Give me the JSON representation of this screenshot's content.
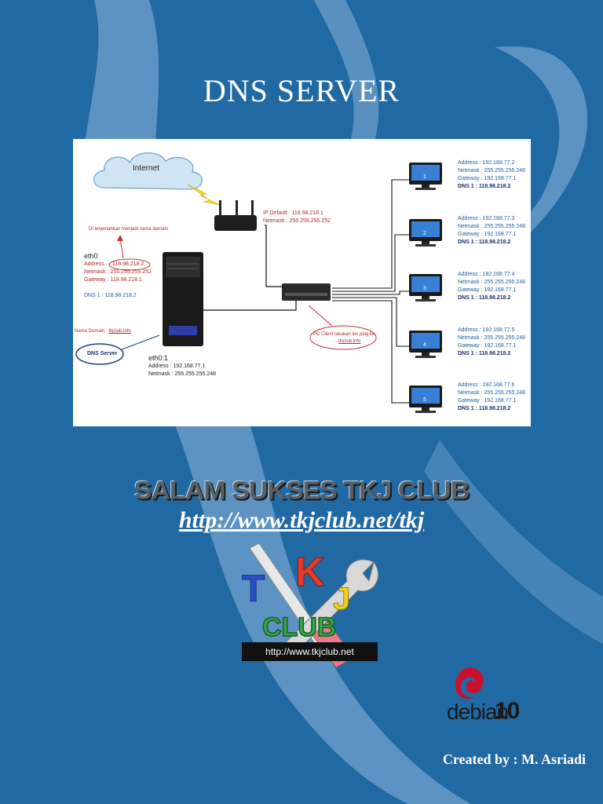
{
  "title": "DNS SERVER",
  "diagram": {
    "internet_label": "Internet",
    "router": {
      "ip_default": "IP Default : 118.98.218.1",
      "netmask": "Netmask   : 255.255.255.252"
    },
    "translate_note": "Di terjemahkan menjadi nama domain",
    "eth0": {
      "label": "eth0",
      "address_key": "Address",
      "address_val": "118.98.218.2",
      "netmask": "Netmask : 255.255.255.252",
      "gateway": "Gateway : 118.98.218.1",
      "dns": "DNS 1      : 118.98.218.2"
    },
    "domain_note_prefix": "Nama Domain : ",
    "domain_note_domain": "tkjclub.info",
    "dns_server_label": "DNS Server",
    "eth01": {
      "label": "eth0:1",
      "address": "Address   : 192.168.77.1",
      "netmask": "Netmask : 255.255.255.248"
    },
    "ping_note_line1": "PC Client lakukan tes ping ke",
    "ping_note_line2": "tkjclub.info",
    "clients": [
      {
        "num": "1",
        "address": "Address   : 192.168.77.2",
        "netmask": "Netmask : 255.255.255.248",
        "gateway": "Gateway : 192.168.77.1",
        "dns": "DNS 1      : 118.98.218.2"
      },
      {
        "num": "2",
        "address": "Address   : 192.168.77.3",
        "netmask": "Netmask : 255.255.255.248",
        "gateway": "Gateway : 192.168.77.1",
        "dns": "DNS 1      : 118.98.218.2"
      },
      {
        "num": "3",
        "address": "Address   : 192.168.77.4",
        "netmask": "Netmask : 255.255.255.248",
        "gateway": "Gateway : 192.168.77.1",
        "dns": "DNS 1      : 118.98.218.2"
      },
      {
        "num": "4",
        "address": "Address   : 192.168.77.5",
        "netmask": "Netmask : 255.255.255.248",
        "gateway": "Gateway : 192.168.77.1",
        "dns": "DNS 1      : 118.98.218.2"
      },
      {
        "num": "5",
        "address": "Address   : 192.168.77.6",
        "netmask": "Netmask : 255.255.255.248",
        "gateway": "Gateway : 192.168.77.1",
        "dns": "DNS 1      : 118.98.218.2"
      }
    ]
  },
  "salam": "SALAM SUKSES TKJ CLUB",
  "url": "http://www.tkjclub.net/tkj",
  "logo": {
    "letters": [
      "T",
      "K",
      "J"
    ],
    "club": "CLUB",
    "url": "http://www.tkjclub.net"
  },
  "debian": {
    "word": "debian",
    "version": "10"
  },
  "created_by": "Created by : M. Asriadi",
  "colors": {
    "background": "#2069a3",
    "swirl": "#8fb7dc"
  }
}
